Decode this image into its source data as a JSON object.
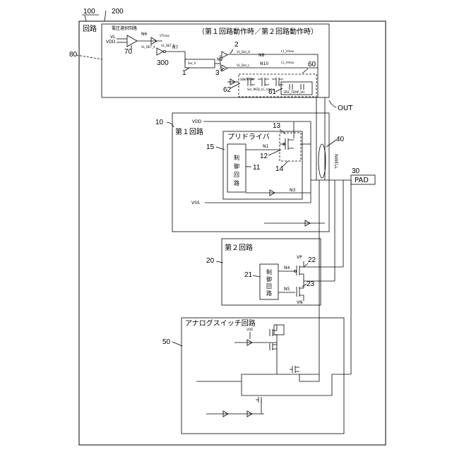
{
  "figure": {
    "refs": {
      "r100": "100",
      "r200": "200",
      "r80": "80",
      "r70": "70",
      "r300": "300",
      "r1": "1",
      "r2": "2",
      "r3": "3",
      "r60": "60",
      "r61": "61",
      "r62": "62",
      "r10": "10",
      "r13": "13",
      "r15": "15",
      "r11": "11",
      "r12": "12",
      "r14": "14",
      "r40": "40",
      "r30": "30",
      "r20": "20",
      "r21": "21",
      "r22": "22",
      "r23": "23",
      "r50": "50"
    },
    "outer": {
      "label": "回路"
    },
    "block80": {
      "title": "電圧選択回路",
      "mode_label": "（第１回路動作時／第２回路動作時）",
      "vl": "VL",
      "vdd": "VDD",
      "n6": "N6",
      "n7": "N7",
      "n8": "N8",
      "n9": "N9",
      "n10": "N10",
      "tiny_labels": [
        "VTmax",
        "VL_DET_A",
        "VL_DET_B",
        "Ser_A",
        "Ser_B",
        "VL_Det_H",
        "VL_Det_L",
        "L1_Vmax",
        "Ser_MSD_LC_Vmax",
        "DRC_TEMP_VH",
        "SEL_TRIM"
      ]
    },
    "out_label": "OUT",
    "block10": {
      "title": "第１回路",
      "vdd": "VDD",
      "vss": "VSS",
      "predriver": "プリドライバ",
      "n1": "N1",
      "n3": "N3",
      "control_chars": [
        "制",
        "御",
        "回",
        "路"
      ],
      "nwell": "NWELL"
    },
    "pad": {
      "label": "PAD"
    },
    "block20": {
      "title": "第２回路",
      "vp": "VP",
      "vn": "VN",
      "n4": "N4",
      "n5": "N5",
      "control_chars": [
        "制",
        "御",
        "回",
        "路"
      ]
    },
    "block50": {
      "title": "アナログスイッチ回路",
      "vdd": "VDD"
    }
  }
}
